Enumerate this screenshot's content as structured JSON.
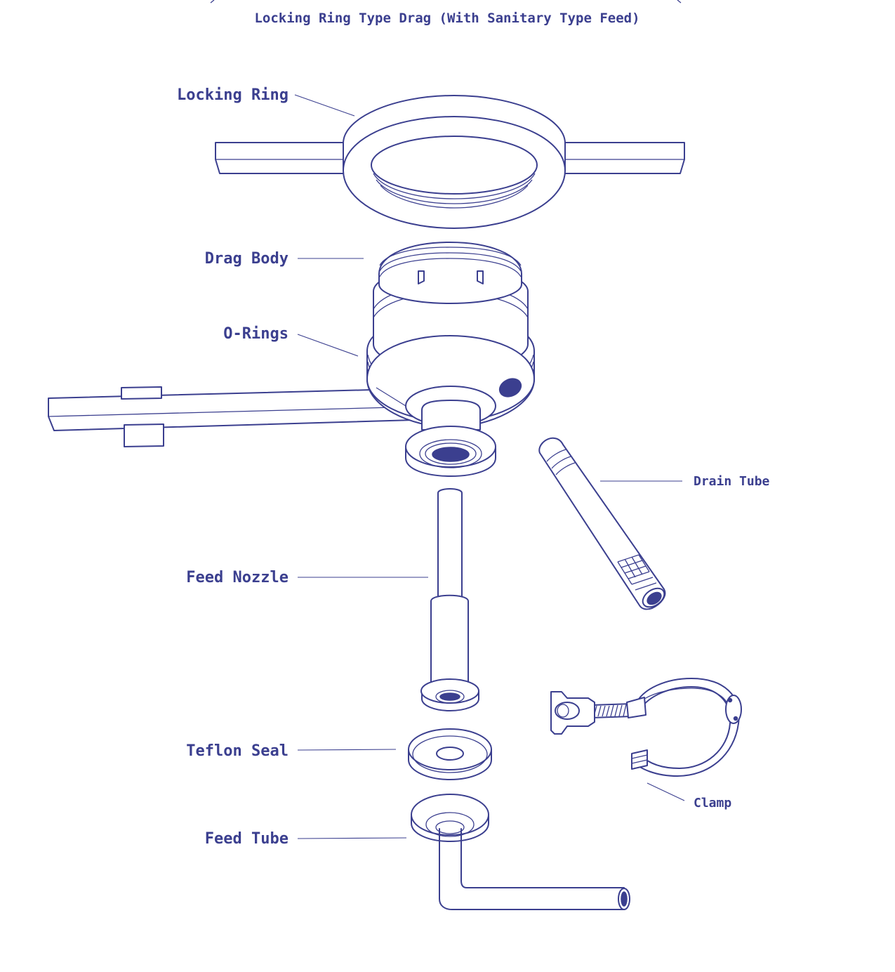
{
  "title": "Locking Ring Type Drag (With Sanitary Type Feed)",
  "colors": {
    "ink": "#3b3f8f",
    "background": "#ffffff"
  },
  "labels": {
    "locking_ring": "Locking Ring",
    "drag_body": "Drag Body",
    "o_rings": "O-Rings",
    "feed_nozzle": "Feed Nozzle",
    "teflon_seal": "Teflon Seal",
    "feed_tube": "Feed Tube",
    "drain_tube": "Drain Tube",
    "clamp": "Clamp"
  }
}
